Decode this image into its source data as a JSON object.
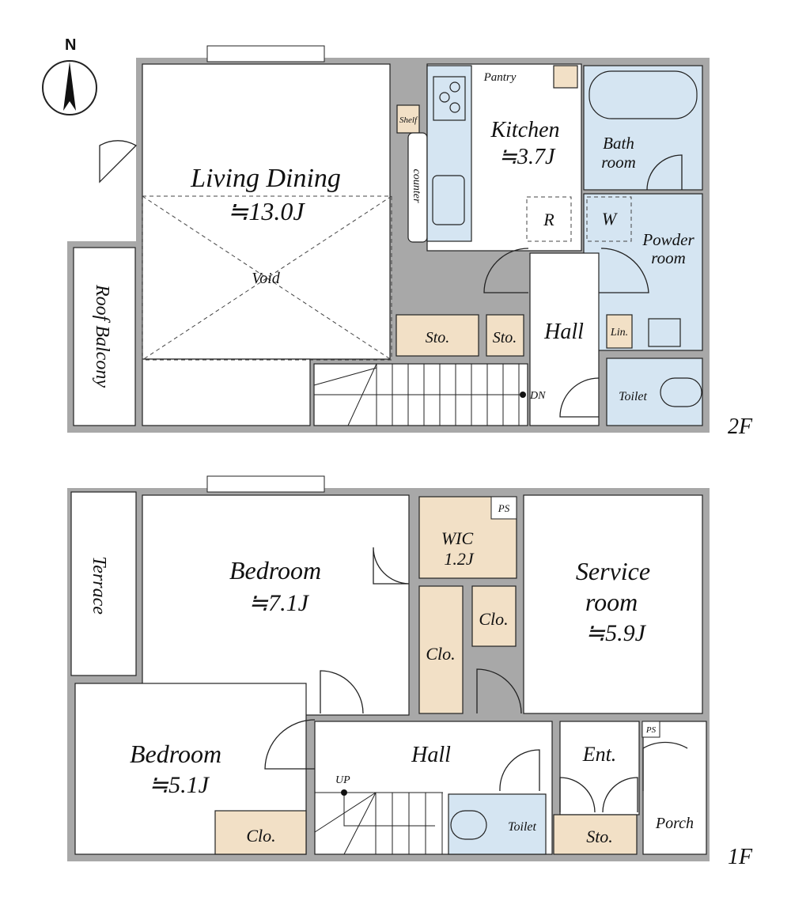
{
  "compass": {
    "label": "N"
  },
  "floor2": {
    "floor_label": "2F",
    "living": {
      "name": "Living Dining",
      "area": "≒13.0J"
    },
    "void": "Void",
    "roof_balcony": "Roof Balcony",
    "shelf": "Shelf",
    "counter": "counter",
    "pantry": "Pantry",
    "kitchen": {
      "name": "Kitchen",
      "area": "≒3.7J"
    },
    "fridge": "R",
    "bath": {
      "line1": "Bath",
      "line2": "room"
    },
    "washer": "W",
    "powder": {
      "line1": "Powder",
      "line2": "room"
    },
    "storage1": "Sto.",
    "storage2": "Sto.",
    "hall": "Hall",
    "linen": "Lin.",
    "toilet": "Toilet",
    "stairs": "DN"
  },
  "floor1": {
    "floor_label": "1F",
    "terrace": "Terrace",
    "bedroom1": {
      "name": "Bedroom",
      "area": "≒7.1J"
    },
    "wic": {
      "name": "WIC",
      "area": "1.2J"
    },
    "ps1": "PS",
    "ps2": "PS",
    "closet1": "Clo.",
    "closet2": "Clo.",
    "closet3": "Clo.",
    "service": {
      "line1": "Service",
      "line2": "room",
      "area": "≒5.9J"
    },
    "bedroom2": {
      "name": "Bedroom",
      "area": "≒5.1J"
    },
    "hall": "Hall",
    "stairs": "UP",
    "toilet": "Toilet",
    "entrance": "Ent.",
    "storage": "Sto.",
    "porch": "Porch"
  },
  "colors": {
    "wall": "#a8a8a8",
    "wet_area": "#d5e5f2",
    "storage": "#f2e0c6"
  }
}
